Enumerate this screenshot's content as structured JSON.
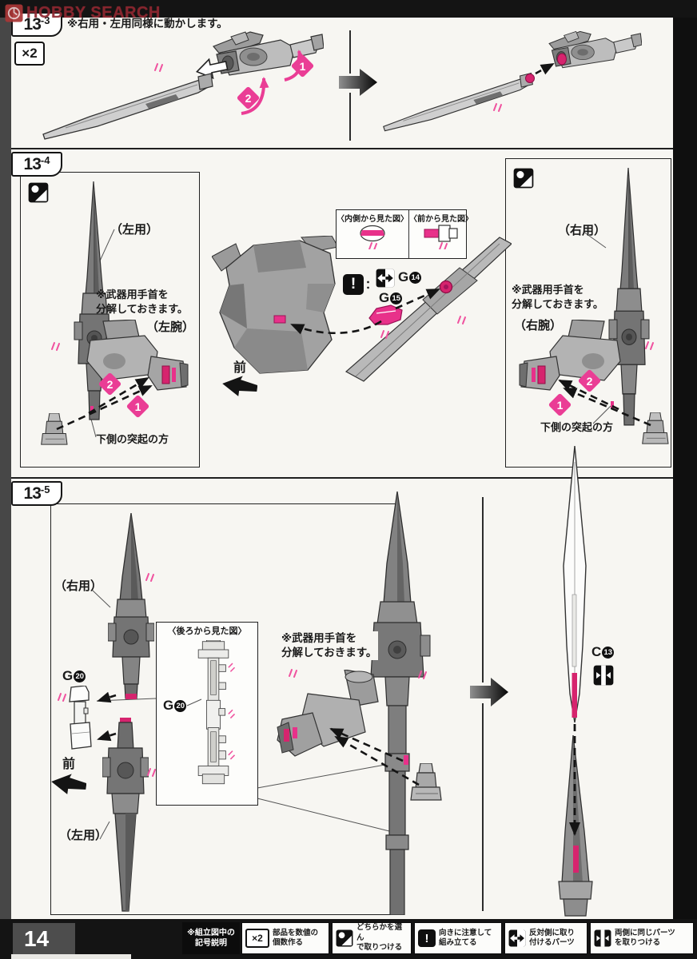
{
  "watermark": {
    "brand": "HOBBY SEARCH"
  },
  "page": {
    "number": "14"
  },
  "colors": {
    "accent_pink": "#e8318a",
    "ink": "#1a1a1a",
    "paper": "#f7f6f2"
  },
  "icons": {
    "caution_glyph": "!"
  },
  "steps": {
    "s133": {
      "tab_main": "13",
      "tab_sub": "-3",
      "note": "※右用・左用同様に動かします。",
      "multiplier": "×2",
      "seq1": "1",
      "seq2": "2"
    },
    "s134": {
      "tab_main": "13",
      "tab_sub": "-4",
      "left": {
        "blade_label": "（左用）",
        "wrist_note": "※武器用手首を\n分解しておきます。",
        "arm_label": "（左腕）",
        "protrusion_note": "下側の突起の方",
        "seq1": "1",
        "seq2": "2"
      },
      "center": {
        "inset_inner_title": "〈内側から見た図〉",
        "inset_front_title": "〈前から見た図〉",
        "colon": "：",
        "part_g14_letter": "G",
        "part_g14_num": "14",
        "part_g15_letter": "G",
        "part_g15_num": "15",
        "front_label": "前"
      },
      "right": {
        "blade_label": "（右用）",
        "wrist_note": "※武器用手首を\n分解しておきます。",
        "arm_label": "（右腕）",
        "protrusion_note": "下側の突起の方",
        "seq1": "1",
        "seq2": "2"
      }
    },
    "s135": {
      "tab_main": "13",
      "tab_sub": "-5",
      "right_blade_label": "（右用）",
      "left_blade_label": "（左用）",
      "part_g20_letter": "G",
      "part_g20_num": "20",
      "inset_back_title": "〈後ろから見た図〉",
      "inset_g20_letter": "G",
      "inset_g20_num": "20",
      "front_label": "前",
      "wrist_note": "※武器用手首を\n分解しておきます。",
      "part_c13_letter": "C",
      "part_c13_num": "13"
    }
  },
  "legend": {
    "title": "※組立図中の\n記号説明",
    "items": [
      {
        "name": "multiply-icon",
        "glyph": "×2",
        "text": "部品を数値の\n個数作る"
      },
      {
        "name": "choose-one-icon",
        "text": "どちらかを選ん\nで取りつける"
      },
      {
        "name": "caution-direction-icon",
        "glyph": "!",
        "text": "向きに注意して\n組み立てる"
      },
      {
        "name": "opposite-side-icon",
        "text": "反対側に取り\n付けるパーツ"
      },
      {
        "name": "same-both-sides-icon",
        "text": "両側に同じパーツ\nを取りつける"
      }
    ]
  }
}
